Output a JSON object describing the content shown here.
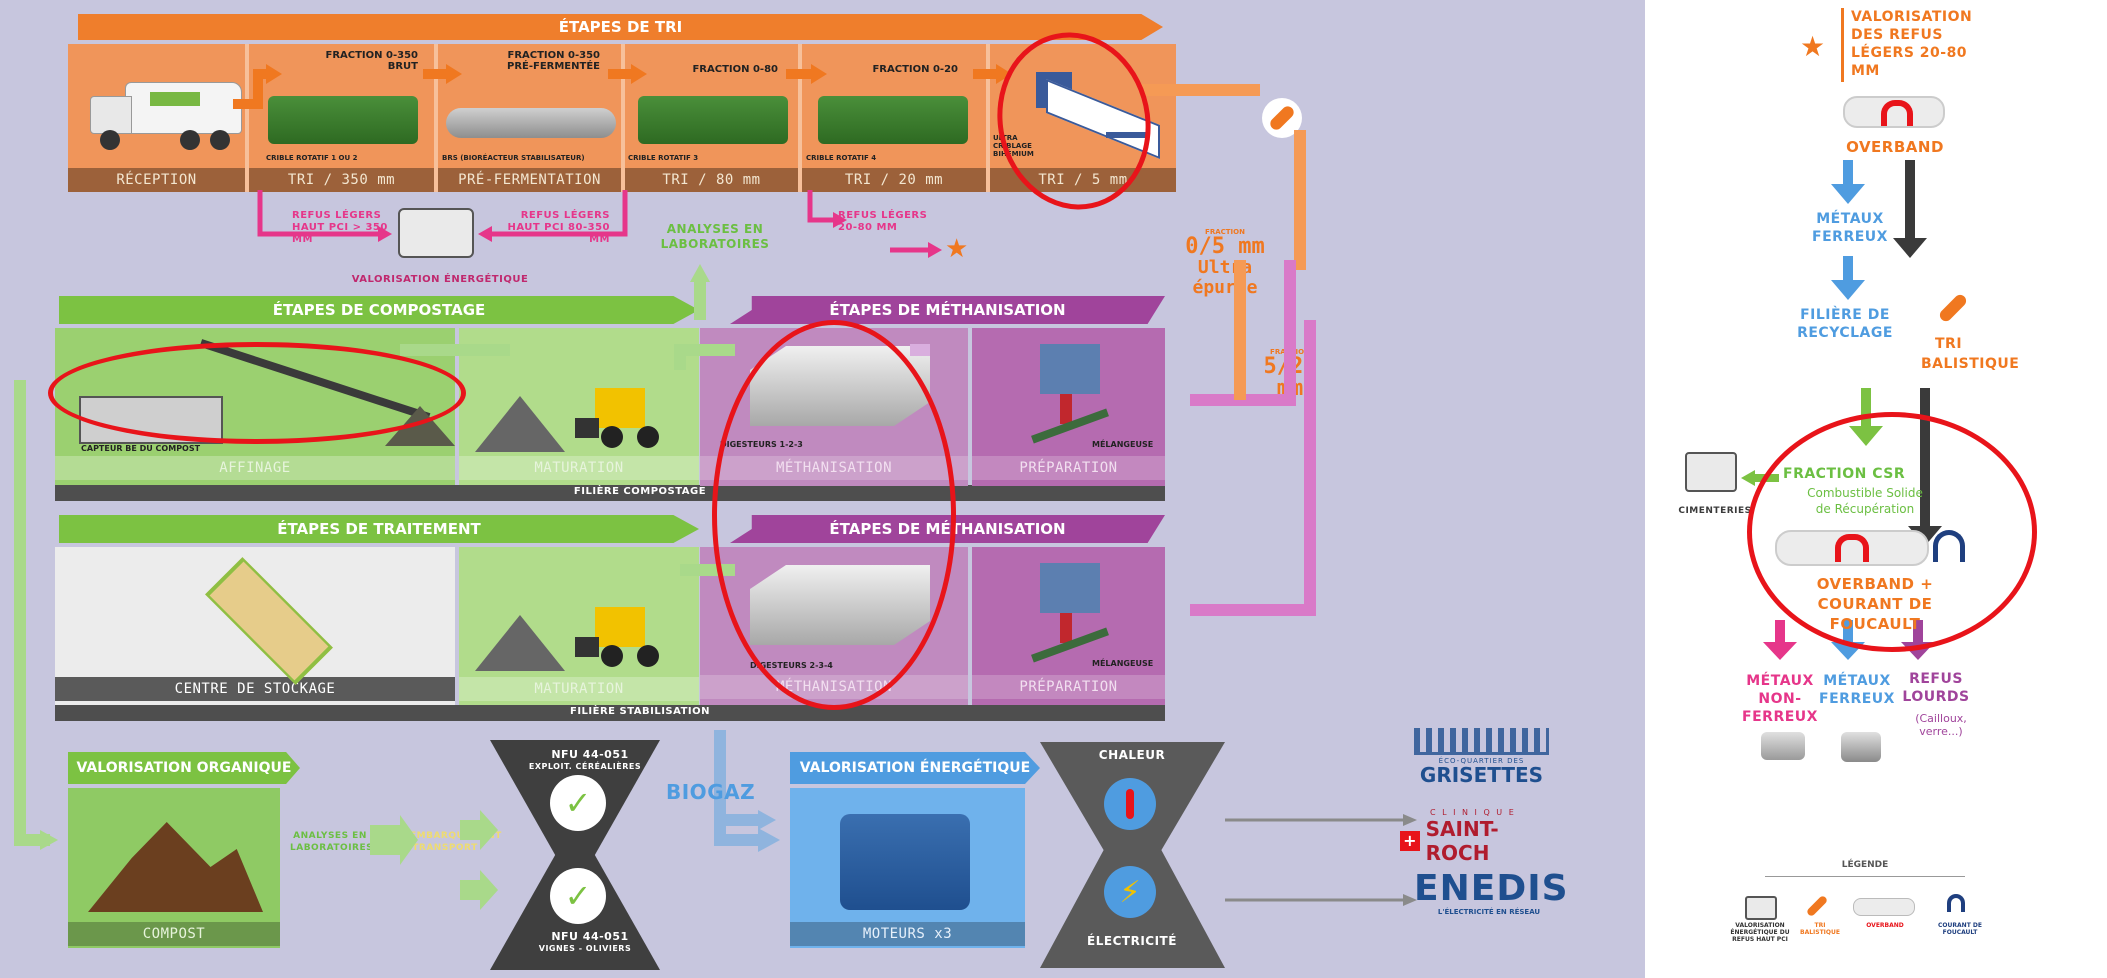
{
  "tri": {
    "header": "ÉTAPES DE TRI",
    "stages": [
      "RÉCEPTION",
      "TRI / 350 mm",
      "PRÉ-FERMENTATION",
      "TRI / 80 mm",
      "TRI / 20 mm",
      "TRI / 5 mm"
    ],
    "fractions": [
      "FRACTION 0-350 BRUT",
      "FRACTION 0-350 PRÉ-FERMENTÉE",
      "FRACTION 0-80",
      "FRACTION 0-20"
    ],
    "machines": [
      "CRIBLE ROTATIF 1 OU 2",
      "BRS (BIORÉACTEUR STABILISATEUR)",
      "CRIBLE ROTATIF 3",
      "CRIBLE ROTATIF 4",
      "ULTRA CRIBLAGE BIHÉMIUM"
    ],
    "refus1": "REFUS LÉGERS HAUT PCI > 350 mm",
    "refus2": "REFUS LÉGERS HAUT PCI 80-350 mm",
    "refus3": "REFUS LÉGERS 20-80 mm",
    "valorisation": "VALORISATION ÉNERGÉTIQUE",
    "analyses": "ANALYSES EN LABORATOIRES"
  },
  "fractions_side": {
    "f05_small": "FRACTION",
    "f05": "0/5 mm",
    "f05_sub": "Ultra épurée",
    "f520_small": "FRACTION",
    "f520": "5/20 mm"
  },
  "compostage": {
    "header": "ÉTAPES DE COMPOSTAGE",
    "stages": [
      "AFFINAGE",
      "MATURATION"
    ],
    "label": "CAPTEUR BE DU COMPOST",
    "filiere": "FILIÈRE COMPOSTAGE"
  },
  "methanisation1": {
    "header": "ÉTAPES DE MÉTHANISATION",
    "stages": [
      "MÉTHANISATION",
      "PRÉPARATION"
    ],
    "digesteurs": "DIGESTEURS 1-2-3",
    "melangeuse": "MÉLANGEUSE"
  },
  "traitement": {
    "header": "ÉTAPES DE TRAITEMENT",
    "stages": [
      "CENTRE DE STOCKAGE",
      "MATURATION"
    ],
    "filiere": "FILIÈRE STABILISATION"
  },
  "methanisation2": {
    "header": "ÉTAPES DE MÉTHANISATION",
    "stages": [
      "MÉTHANISATION",
      "PRÉPARATION"
    ],
    "digesteurs": "DIGESTEURS 2-3-4",
    "melangeuse": "MÉLANGEUSE"
  },
  "organique": {
    "header": "VALORISATION ORGANIQUE",
    "compost": "COMPOST",
    "analyses": "ANALYSES EN LABORATOIRES",
    "transport": "EMBARQUEMENT TRANSPORT",
    "nfu1": "NFU 44-051",
    "nfu1_sub": "EXPLOIT. CÉRÉALIÈRES",
    "nfu2": "NFU 44-051",
    "nfu2_sub": "VIGNES - OLIVIERS"
  },
  "energetique": {
    "biogaz": "BIOGAZ",
    "header": "VALORISATION ÉNERGÉTIQUE",
    "moteurs": "MOTEURS x3",
    "chaleur": "CHALEUR",
    "electricite": "ÉLECTRICITÉ"
  },
  "partners": {
    "grisettes_top": "ÉCO-QUARTIER DES",
    "grisettes": "GRISETTES",
    "saintroch_top": "C L I N I Q U E",
    "saintroch": "SAINT-ROCH",
    "enedis": "ENEDIS",
    "enedis_sub": "L'ÉLECTRICITÉ EN RÉSEAU"
  },
  "side": {
    "valorisation": "VALORISATION DES REFUS LÉGERS 20-80 mm",
    "overband": "OVERBAND",
    "metaux_ferreux": "MÉTAUX FERREUX",
    "filiere": "FILIÈRE DE RECYCLAGE",
    "tri": "TRI",
    "balistique": "BALISTIQUE",
    "fraction_csr": "FRACTION CSR",
    "csr_sub1": "Combustible Solide",
    "csr_sub2": "de Récupération",
    "cimenteries": "CIMENTERIES",
    "overband_courant": "OVERBAND + COURANT DE FOUCAULT",
    "nonferreux": "MÉTAUX NON-FERREUX",
    "ferreux2": "MÉTAUX FERREUX",
    "refus_lourds": "REFUS LOURDS",
    "refus_sub": "(Cailloux, verre...)"
  },
  "legend": {
    "title": "LÉGENDE",
    "items": [
      "VALORISATION ÉNERGÉTIQUE DU REFUS HAUT PCI",
      "TRI BALISTIQUE",
      "OVERBAND",
      "COURANT DE FOUCAULT"
    ]
  },
  "colors": {
    "orange": "#f07820",
    "green": "#7cc242",
    "purple": "#a0449b",
    "blue": "#4f9ce0",
    "highlight": "#e8141a"
  }
}
